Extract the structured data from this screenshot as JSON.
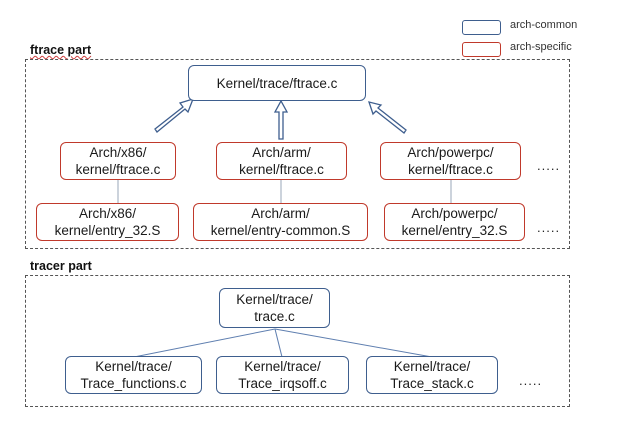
{
  "legend": {
    "common": {
      "label": "arch-common",
      "color": "#3e5e8e"
    },
    "specific": {
      "label": "arch-specific",
      "color": "#c0392b"
    }
  },
  "ftrace": {
    "title": "ftrace part",
    "top": "Kernel/trace/ftrace.c",
    "arch_ftrace": [
      "Arch/x86/\nkernel/ftrace.c",
      "Arch/arm/\nkernel/ftrace.c",
      "Arch/powerpc/\nkernel/ftrace.c"
    ],
    "arch_entry": [
      "Arch/x86/\nkernel/entry_32.S",
      "Arch/arm/\nkernel/entry-common.S",
      "Arch/powerpc/\nkernel/entry_32.S"
    ],
    "ellipsis": "....."
  },
  "tracer": {
    "title": "tracer part",
    "top": "Kernel/trace/\ntrace.c",
    "children": [
      "Kernel/trace/\nTrace_functions.c",
      "Kernel/trace/\nTrace_irqsoff.c",
      "Kernel/trace/\nTrace_stack.c"
    ],
    "ellipsis": "....."
  }
}
